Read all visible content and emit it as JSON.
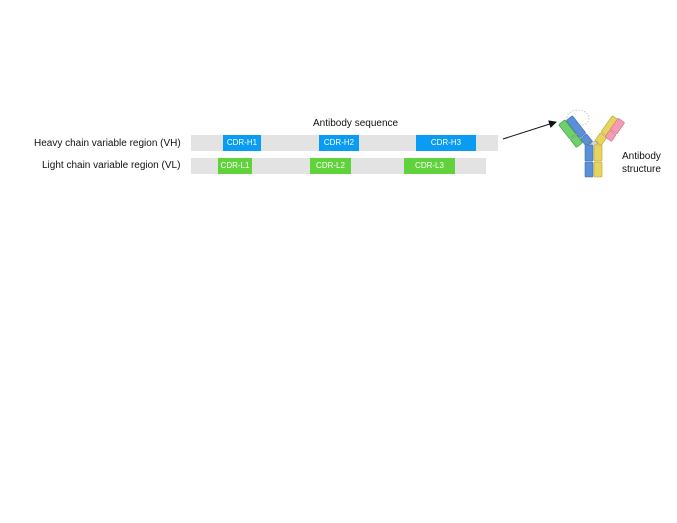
{
  "sequence_title": "Antibody sequence",
  "heavy_chain": {
    "label": "Heavy chain variable region (VH)",
    "cdrs": [
      "CDR-H1",
      "CDR-H2",
      "CDR-H3"
    ]
  },
  "light_chain": {
    "label": "Light chain variable region (VL)",
    "cdrs": [
      "CDR-L1",
      "CDR-L2",
      "CDR-L3"
    ]
  },
  "structure": {
    "line1": "Antibody",
    "line2": "structure"
  },
  "colors": {
    "track": "#e3e3e3",
    "heavy_cdr": "#0a9cf2",
    "light_cdr": "#5fd23c",
    "heavy_domain_left": "#5b8fd6",
    "heavy_domain_right": "#e6d45f",
    "light_domain_left": "#6fd06a",
    "light_domain_right": "#f49cb5"
  }
}
